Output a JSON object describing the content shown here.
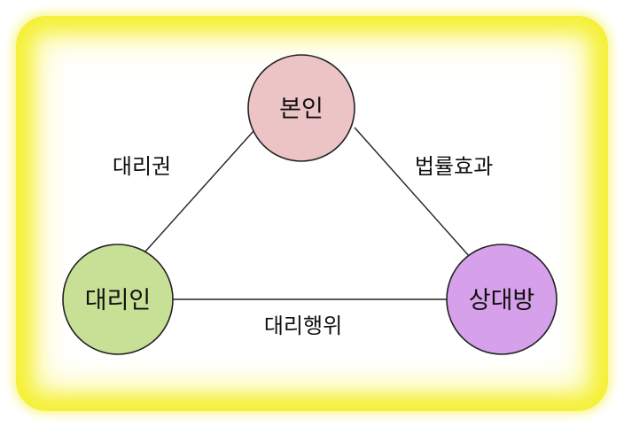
{
  "diagram": {
    "nodes": {
      "principal": {
        "label": "본인",
        "fill": "#ecc4c6"
      },
      "agent": {
        "label": "대리인",
        "fill": "#c8e095"
      },
      "counterparty": {
        "label": "상대방",
        "fill": "#d6a0ea"
      }
    },
    "edges": {
      "agency_right": {
        "label": "대리권"
      },
      "legal_effect": {
        "label": "법률효과"
      },
      "agency_act": {
        "label": "대리행위"
      }
    },
    "colors": {
      "frame_glow": "#f5f03a",
      "stroke": "#222222"
    }
  }
}
